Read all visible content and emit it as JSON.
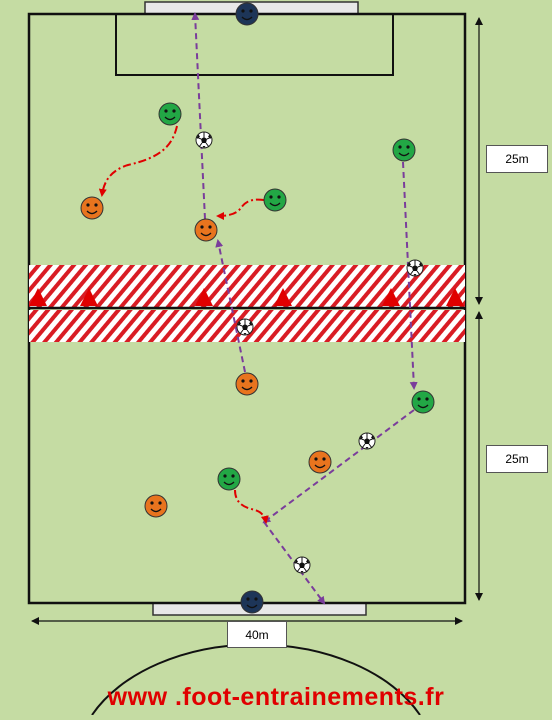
{
  "labels": {
    "top_half_length": "25m",
    "bottom_half_length": "25m",
    "pitch_width": "40m"
  },
  "footer": {
    "url": "www .foot-entrainements.fr"
  },
  "colors": {
    "grass": "#c5dca3",
    "line": "#111111",
    "green_player": "#22a745",
    "orange_player": "#e8741e",
    "goalkeeper": "#1d3558",
    "pass_arrow": "#7a3d9b",
    "run_arrow": "#e00000",
    "zone_stripe": "#d91c24",
    "cone": "#e00000"
  },
  "icons": {
    "player": "smiley-face",
    "ball": "soccer-ball",
    "cone": "triangle-cone"
  }
}
